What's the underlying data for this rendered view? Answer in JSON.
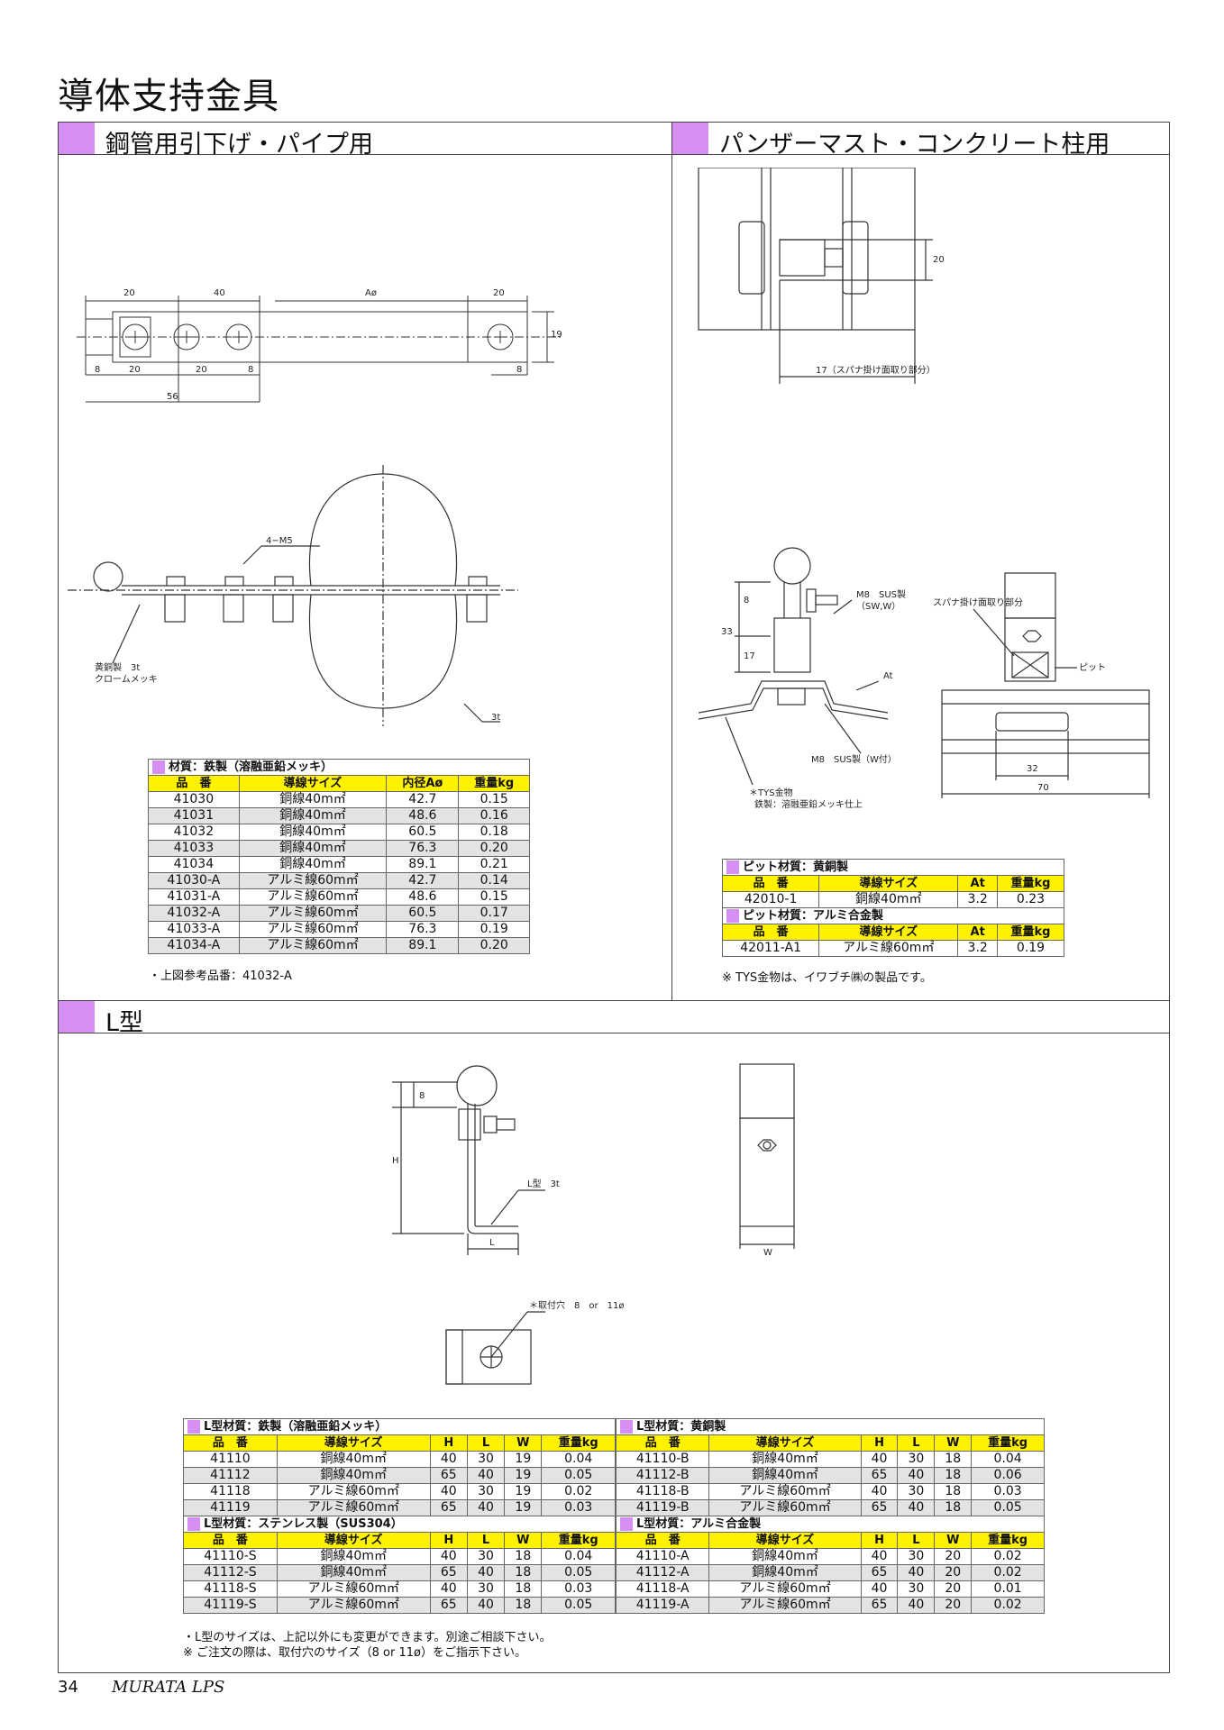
{
  "page_title": "導体支持金具",
  "sections": {
    "pipe": "鋼管用引下げ・パイプ用",
    "panzer": "パンザーマスト・コンクリート柱用",
    "ltype": "L型"
  },
  "drawing_labels": {
    "pipe_top": {
      "d20a": "20",
      "d40": "40",
      "dA": "Aø",
      "d20b": "20",
      "d19": "19",
      "d8a": "8",
      "d20c": "20",
      "d20d": "20",
      "d8b": "8",
      "d8c": "8",
      "d56": "56"
    },
    "pipe_front": {
      "m5": "4−M5",
      "brass": "黄銅製　3t",
      "chrome": "クロームメッキ",
      "t3": "3t"
    },
    "panzer_top": {
      "d20": "20",
      "d17": "17（スパナ掛け面取り部分）"
    },
    "panzer_front": {
      "d8": "8",
      "d33": "33",
      "d17": "17",
      "m8sus": "M8　SUS製",
      "swm": "（SW,W）",
      "at": "At",
      "m8w": "M8　SUS製（W付）",
      "tys": "＊TYS金物",
      "tys_mat": "鉄製：溶融亜鉛メッキ仕上"
    },
    "panzer_side": {
      "spanner": "スパナ掛け面取り部分",
      "pit": "ピット",
      "d32": "32",
      "d70": "70"
    },
    "l_front": {
      "d8": "8",
      "dH": "H",
      "ltype3t": "L型　3t",
      "dL": "L"
    },
    "l_side": {
      "dW": "W"
    },
    "l_bottom": {
      "hole": "＊取付穴　8　or　11ø"
    }
  },
  "pipe_table": {
    "material": "材質：鉄製（溶融亜鉛メッキ）",
    "headers": [
      "品　番",
      "導線サイズ",
      "内径Aø",
      "重量kg"
    ],
    "rows": [
      [
        "41030",
        "銅線40m㎡",
        "42.7",
        "0.15"
      ],
      [
        "41031",
        "銅線40m㎡",
        "48.6",
        "0.16"
      ],
      [
        "41032",
        "銅線40m㎡",
        "60.5",
        "0.18"
      ],
      [
        "41033",
        "銅線40m㎡",
        "76.3",
        "0.20"
      ],
      [
        "41034",
        "銅線40m㎡",
        "89.1",
        "0.21"
      ],
      [
        "41030-A",
        "アルミ線60m㎡",
        "42.7",
        "0.14"
      ],
      [
        "41031-A",
        "アルミ線60m㎡",
        "48.6",
        "0.15"
      ],
      [
        "41032-A",
        "アルミ線60m㎡",
        "60.5",
        "0.17"
      ],
      [
        "41033-A",
        "アルミ線60m㎡",
        "76.3",
        "0.19"
      ],
      [
        "41034-A",
        "アルミ線60m㎡",
        "89.1",
        "0.20"
      ]
    ],
    "note": "・上図参考品番：41032-A"
  },
  "panzer_table": {
    "material1": "ピット材質：黄銅製",
    "headers": [
      "品　番",
      "導線サイズ",
      "At",
      "重量kg"
    ],
    "row1": [
      "42010-1",
      "銅線40m㎡",
      "3.2",
      "0.23"
    ],
    "material2": "ピット材質：アルミ合金製",
    "row2": [
      "42011-A1",
      "アルミ線60m㎡",
      "3.2",
      "0.19"
    ],
    "note": "※ TYS金物は、イワブチ㈱の製品です。"
  },
  "l_tables": {
    "headers": [
      "品　番",
      "導線サイズ",
      "H",
      "L",
      "W",
      "重量kg"
    ],
    "steel": {
      "material": "L型材質：鉄製（溶融亜鉛メッキ）",
      "rows": [
        [
          "41110",
          "銅線40m㎡",
          "40",
          "30",
          "19",
          "0.04"
        ],
        [
          "41112",
          "銅線40m㎡",
          "65",
          "40",
          "19",
          "0.05"
        ],
        [
          "41118",
          "アルミ線60m㎡",
          "40",
          "30",
          "19",
          "0.02"
        ],
        [
          "41119",
          "アルミ線60m㎡",
          "65",
          "40",
          "19",
          "0.03"
        ]
      ]
    },
    "brass": {
      "material": "L型材質：黄銅製",
      "rows": [
        [
          "41110-B",
          "銅線40m㎡",
          "40",
          "30",
          "18",
          "0.04"
        ],
        [
          "41112-B",
          "銅線40m㎡",
          "65",
          "40",
          "18",
          "0.06"
        ],
        [
          "41118-B",
          "アルミ線60m㎡",
          "40",
          "30",
          "18",
          "0.03"
        ],
        [
          "41119-B",
          "アルミ線60m㎡",
          "65",
          "40",
          "18",
          "0.05"
        ]
      ]
    },
    "stainless": {
      "material": "L型材質：ステンレス製（SUS304）",
      "rows": [
        [
          "41110-S",
          "銅線40m㎡",
          "40",
          "30",
          "18",
          "0.04"
        ],
        [
          "41112-S",
          "銅線40m㎡",
          "65",
          "40",
          "18",
          "0.05"
        ],
        [
          "41118-S",
          "アルミ線60m㎡",
          "40",
          "30",
          "18",
          "0.03"
        ],
        [
          "41119-S",
          "アルミ線60m㎡",
          "65",
          "40",
          "18",
          "0.05"
        ]
      ]
    },
    "aluminum": {
      "material": "L型材質：アルミ合金製",
      "rows": [
        [
          "41110-A",
          "銅線40m㎡",
          "40",
          "30",
          "20",
          "0.02"
        ],
        [
          "41112-A",
          "銅線40m㎡",
          "65",
          "40",
          "20",
          "0.02"
        ],
        [
          "41118-A",
          "アルミ線60m㎡",
          "40",
          "30",
          "20",
          "0.01"
        ],
        [
          "41119-A",
          "アルミ線60m㎡",
          "65",
          "40",
          "20",
          "0.02"
        ]
      ]
    },
    "note1": "・L型のサイズは、上記以外にも変更ができます。別途ご相談下さい。",
    "note2": "※ ご注文の際は、取付穴のサイズ（8 or 11ø）をご指示下さい。"
  },
  "footer": {
    "page": "34",
    "brand": "MURATA LPS"
  }
}
